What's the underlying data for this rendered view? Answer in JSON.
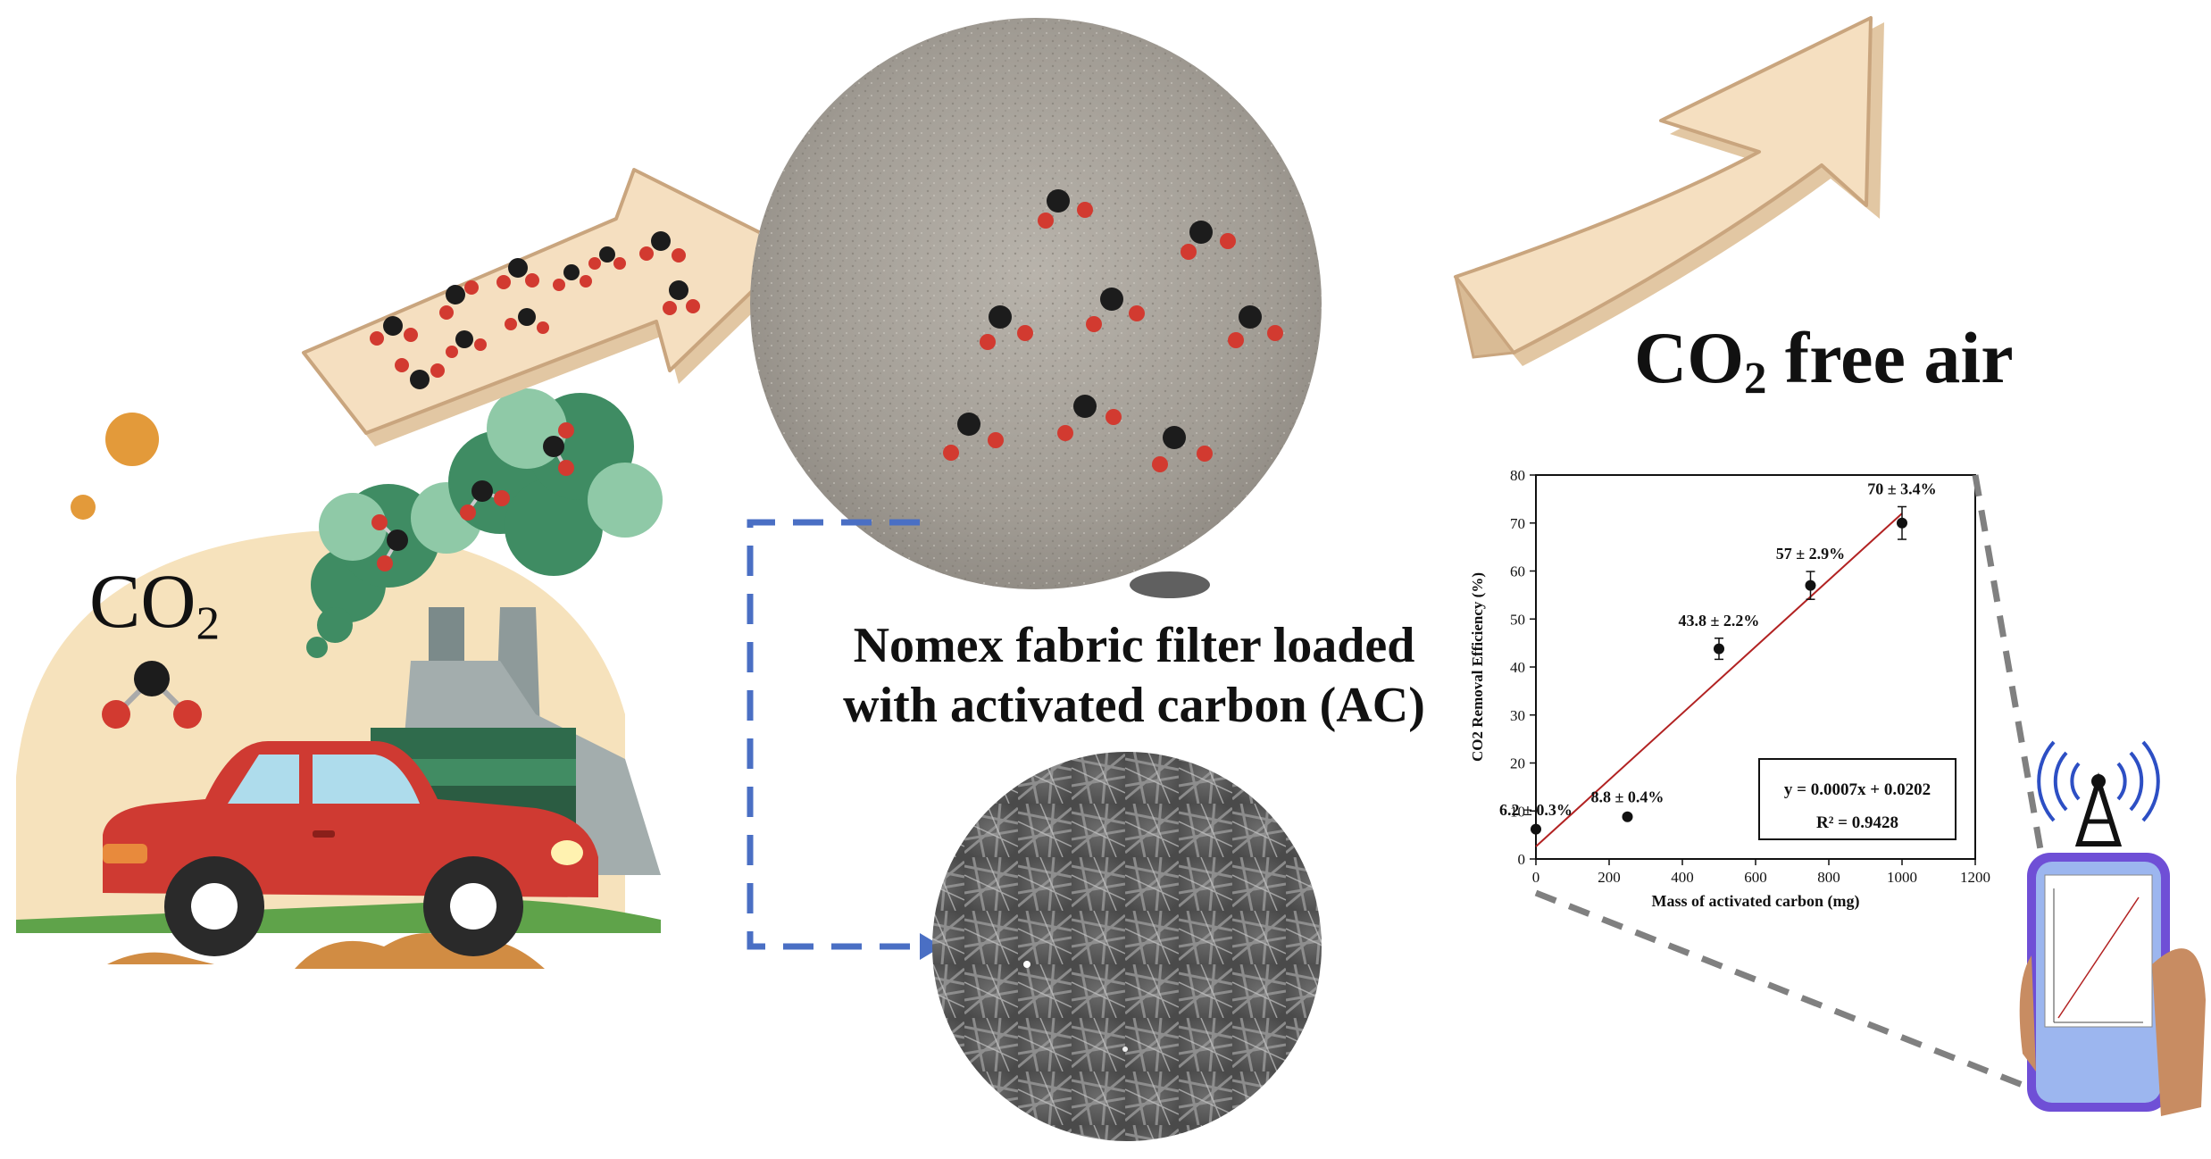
{
  "labels": {
    "co2_source": "CO",
    "co2_sub": "2",
    "co2_free_main": "CO",
    "co2_free_sub": "2",
    "co2_free_rest": " free air",
    "filter_caption_line1": "Nomex fabric filter loaded",
    "filter_caption_line2": "with activated carbon (AC)"
  },
  "colors": {
    "arrow_fill": "#f5dfc0",
    "arrow_stroke": "#c9a57e",
    "dashed_link": "#4a6fc4",
    "car": "#cf3a32",
    "smoke_dark": "#3f8c63",
    "smoke_light": "#8fc9a7",
    "carbon": "#1c1c1c",
    "oxygen": "#d23a30",
    "fit_line": "#b22222",
    "zoom_lines": "#808080"
  },
  "chart_data": {
    "type": "scatter",
    "xlabel": "Mass of activated carbon (mg)",
    "ylabel": "CO2 Removal Efficiency (%)",
    "xlim": [
      0,
      1200
    ],
    "ylim": [
      0,
      80
    ],
    "xticks": [
      0,
      200,
      400,
      600,
      800,
      1000,
      1200
    ],
    "yticks": [
      0,
      10,
      20,
      30,
      40,
      50,
      60,
      70,
      80
    ],
    "points": [
      {
        "x": 0,
        "y": 6.2,
        "err": 0.3,
        "label": "6.2 ± 0.3%"
      },
      {
        "x": 250,
        "y": 8.8,
        "err": 0.4,
        "label": "8.8 ± 0.4%"
      },
      {
        "x": 500,
        "y": 43.8,
        "err": 2.2,
        "label": "43.8 ± 2.2%"
      },
      {
        "x": 750,
        "y": 57,
        "err": 2.9,
        "label": "57 ± 2.9%"
      },
      {
        "x": 1000,
        "y": 70,
        "err": 3.4,
        "label": "70 ± 3.4%"
      }
    ],
    "fit_equation": "y = 0.0007x + 0.0202",
    "fit_r2": "R² = 0.9428",
    "fit_line": {
      "x_start": 0,
      "y_start": 2.6,
      "x_end": 1000,
      "y_end": 72
    }
  }
}
